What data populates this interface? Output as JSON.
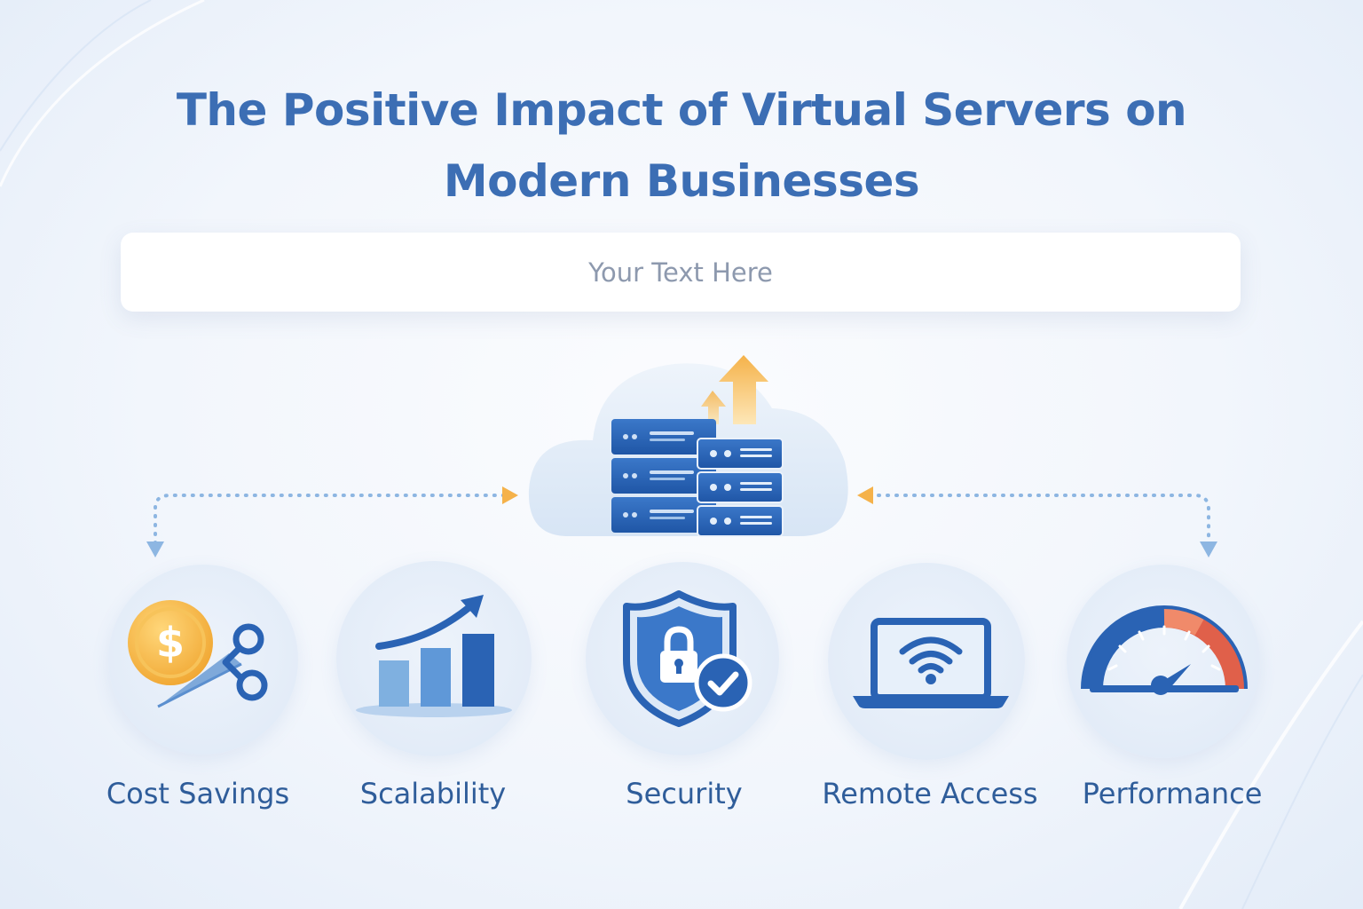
{
  "title": {
    "line1": "The Positive Impact of Virtual Servers on",
    "line2": "Modern Businesses"
  },
  "text_box": {
    "placeholder": "Your Text Here"
  },
  "center": {
    "icon": "cloud-server-icon"
  },
  "benefits": [
    {
      "label": "Cost Savings",
      "icon": "coin-scissors-icon"
    },
    {
      "label": "Scalability",
      "icon": "growth-chart-icon"
    },
    {
      "label": "Security",
      "icon": "shield-lock-icon"
    },
    {
      "label": "Remote Access",
      "icon": "laptop-wifi-icon"
    },
    {
      "label": "Performance",
      "icon": "speedometer-icon"
    }
  ],
  "colors": {
    "primary_blue": "#3c6eb4",
    "dark_blue": "#2a63b4",
    "light_blue": "#7fb0e0",
    "accent_orange": "#f5b24a",
    "gauge_red": "#e0604a",
    "gold": "#f3b541"
  }
}
